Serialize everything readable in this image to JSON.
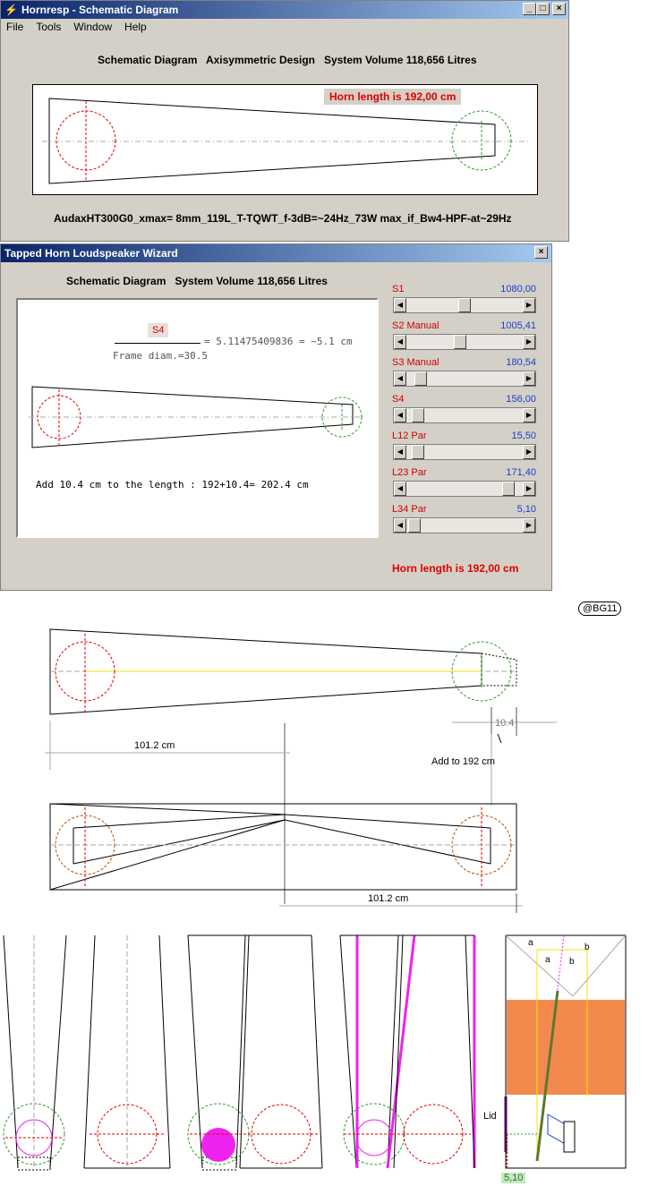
{
  "window1": {
    "title": "Hornresp - Schematic Diagram",
    "menu": [
      "File",
      "Tools",
      "Window",
      "Help"
    ],
    "header": "Schematic Diagram   Axisymmetric Design   System Volume 118,656 Litres",
    "horn_length": "Horn length is 192,00 cm",
    "footer": "AudaxHT300G0_xmax= 8mm_119L_T-TQWT_f-3dB=~24Hz_73W max_if_Bw4-HPF-at~29Hz"
  },
  "window2": {
    "title": "Tapped Horn Loudspeaker Wizard",
    "header": "Schematic Diagram   System Volume 118,656 Litres",
    "s4_label": "S4",
    "formula": "= 5.11475409836 = ~5.1 cm",
    "frame_diam": "Frame diam.=30.5",
    "add_note": "Add 10.4 cm to the length : 192+10.4= 202.4 cm",
    "horn_length": "Horn length is 192,00 cm",
    "sliders": [
      {
        "label": "S1",
        "extra": "",
        "value": "1080,00",
        "pos": 0.5
      },
      {
        "label": "S2",
        "extra": "Manual",
        "value": "1005,41",
        "pos": 0.46
      },
      {
        "label": "S3",
        "extra": "Manual",
        "value": "180,54",
        "pos": 0.08
      },
      {
        "label": "S4",
        "extra": "",
        "value": "156,00",
        "pos": 0.05
      },
      {
        "label": "L12",
        "extra": "Par",
        "value": "15,50",
        "pos": 0.05
      },
      {
        "label": "L23",
        "extra": "Par",
        "value": "171,40",
        "pos": 0.92
      },
      {
        "label": "L34",
        "extra": "Par",
        "value": "5,10",
        "pos": 0.02
      }
    ]
  },
  "annotations": {
    "author": "@BG11",
    "dim_101_top": "101.2 cm",
    "dim_10_4": "10.4",
    "add_to": "Add to 192 cm",
    "dim_101_bottom": "101.2 cm",
    "lid": "Lid",
    "bottom_value": "5,10",
    "label_a1": "a",
    "label_a2": "a",
    "label_b1": "b",
    "label_b2": "b"
  },
  "colors": {
    "title_blue": "#0a246a",
    "red": "#e00000",
    "value_blue": "#1a3fc8",
    "orange": "#f28a4e",
    "magenta": "#ee22ee",
    "green": "#2f9a2f"
  }
}
